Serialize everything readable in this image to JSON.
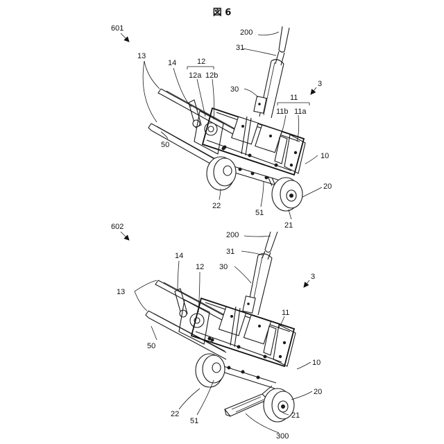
{
  "figure_title": "図 6",
  "views": [
    {
      "id": "601",
      "labels": {
        "view_ref": "601",
        "handle": "200",
        "inner_pole": "31",
        "outer_pole": "30",
        "unit": "3",
        "rails": "13",
        "part_14": "14",
        "group_12": "12",
        "part_12a": "12a",
        "part_12b": "12b",
        "group_11": "11",
        "part_11b": "11b",
        "part_11a": "11a",
        "frame": "10",
        "lower_rail": "50",
        "wheel_axle": "20",
        "wheel_right": "21",
        "wheel_left": "22",
        "shaft": "51"
      }
    },
    {
      "id": "602",
      "labels": {
        "view_ref": "602",
        "handle": "200",
        "inner_pole": "31",
        "outer_pole": "30",
        "unit": "3",
        "rails": "13",
        "part_14": "14",
        "group_12": "12",
        "group_11": "11",
        "frame": "10",
        "lower_rail": "50",
        "wheel_axle": "20",
        "wheel_right": "21",
        "wheel_left": "22",
        "shaft": "51",
        "pedal": "300"
      }
    }
  ]
}
